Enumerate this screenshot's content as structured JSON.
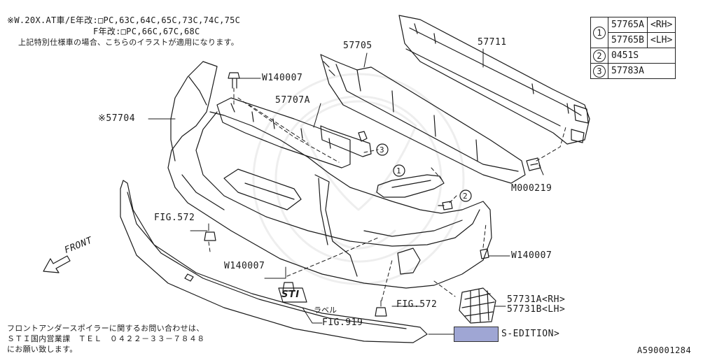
{
  "header_notes": {
    "line1": "※W.20X.AT車/E年改:□PC,63C,64C,65C,73C,74C,75C",
    "line2": "F年改:□PC,66C,67C,68C",
    "line3": "上記特別仕様車の場合、こちらのイラストが適用になります。"
  },
  "part_labels": {
    "p57705": "57705",
    "p57711": "57711",
    "w140007_top": "W140007",
    "p57707a": "57707A",
    "p57704": "※57704",
    "m000219": "M000219",
    "fig572_left": "FIG.572",
    "front": "FRONT",
    "w140007_right": "W140007",
    "w140007_low": "W140007",
    "label_ja": "ラベル",
    "fig919": "FIG.919",
    "fig572_mid": "FIG.572",
    "p57731": "57731A<RH>\n57731B<LH>",
    "s_edition": "S-EDITION>"
  },
  "callouts": {
    "c1": "1",
    "c2": "2",
    "c3": "3"
  },
  "emblem_text": "STI",
  "parts_table": [
    {
      "index": "1",
      "code": "57765A",
      "side": "<RH>"
    },
    {
      "index": "",
      "code": "57765B",
      "side": "<LH>"
    },
    {
      "index": "2",
      "code": "0451S",
      "side": ""
    },
    {
      "index": "3",
      "code": "57783A",
      "side": ""
    }
  ],
  "footer_notes": {
    "line1": "フロントアンダースポイラーに関するお問い合わせは、",
    "line2": "ＳＴＩ国内営業課　ＴＥＬ　０４２２－３３－７８４８",
    "line3": "にお願い致します。"
  },
  "diagram_id": "A590001284",
  "colors": {
    "line": "#1a1a1a",
    "swatch": "#9fa6d4",
    "watermark": "#eeeeee"
  }
}
